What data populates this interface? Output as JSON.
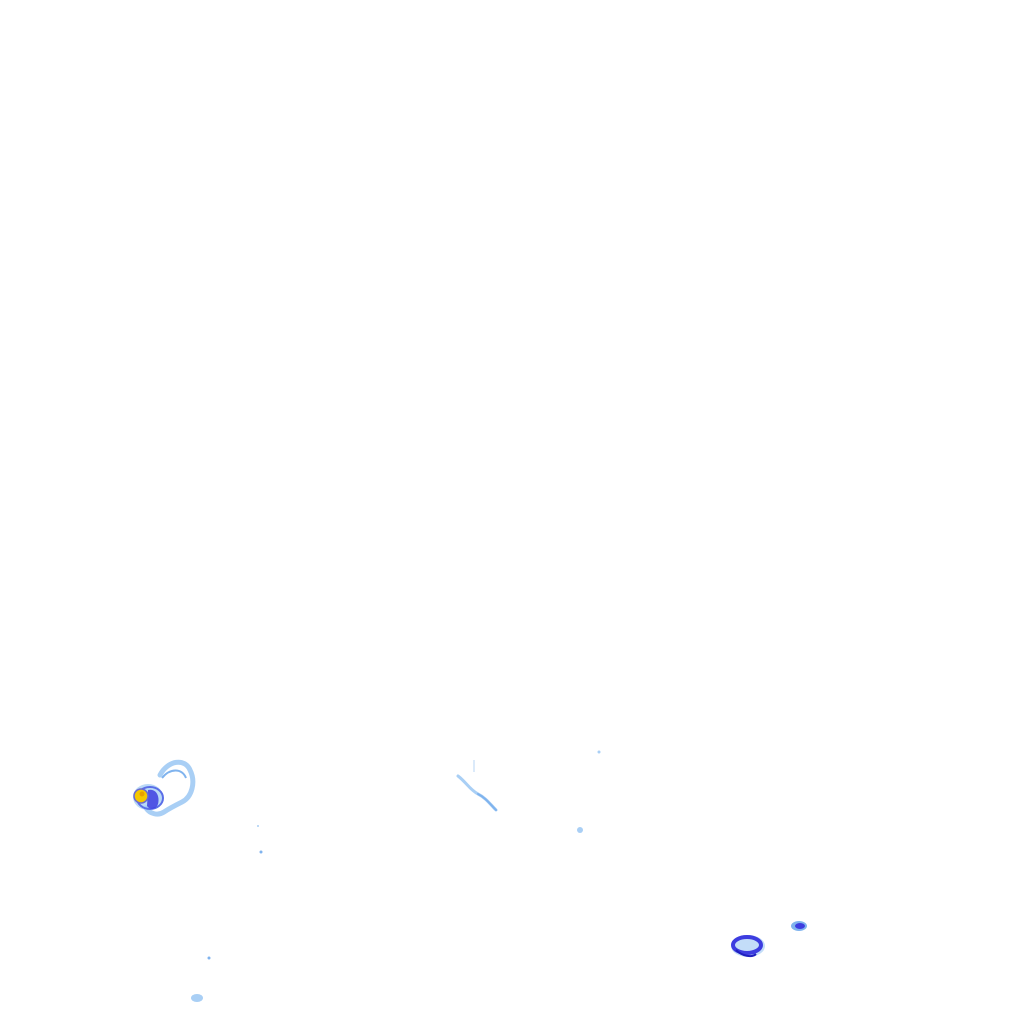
{
  "legend_colors": {
    "light": "#a9cff5",
    "light_mid": "#7fb3ee",
    "moderate": "#3d3de0",
    "strong": "#1f1fbf",
    "heavy": "#f5c800",
    "intense": "#e8a000"
  },
  "echoes": [
    {
      "name": "cell-west-large",
      "intensity": "heavy"
    },
    {
      "name": "cell-west-arc",
      "intensity": "light"
    },
    {
      "name": "band-central",
      "intensity": "light"
    },
    {
      "name": "speck-central-east",
      "intensity": "light"
    },
    {
      "name": "cell-southeast-main",
      "intensity": "moderate"
    },
    {
      "name": "cell-southeast-small",
      "intensity": "moderate"
    },
    {
      "name": "speck-southwest",
      "intensity": "light"
    },
    {
      "name": "speck-south-west-2",
      "intensity": "light"
    }
  ]
}
